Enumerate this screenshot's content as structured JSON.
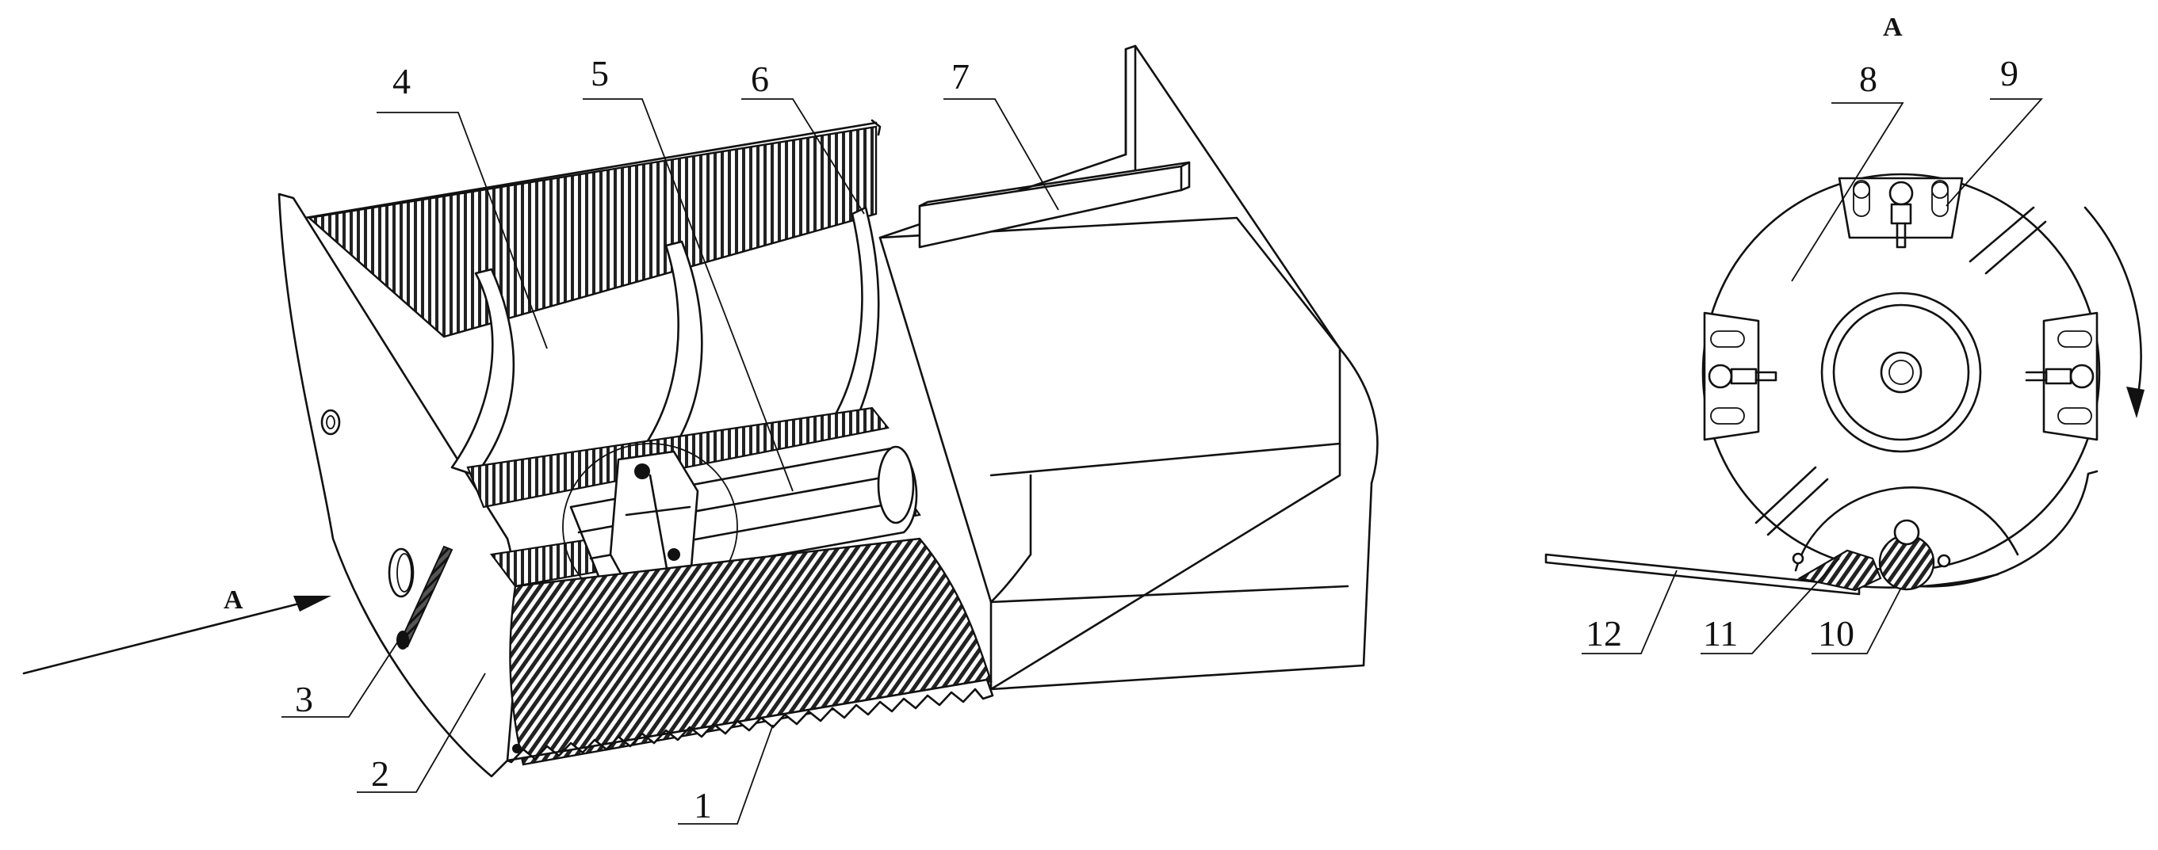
{
  "figure": {
    "view_label_left": "A",
    "view_label_right": "A",
    "callouts": [
      "1",
      "2",
      "3",
      "4",
      "5",
      "6",
      "7",
      "8",
      "9",
      "10",
      "11",
      "12"
    ]
  },
  "colors": {
    "line": "#111111",
    "background": "#ffffff"
  }
}
